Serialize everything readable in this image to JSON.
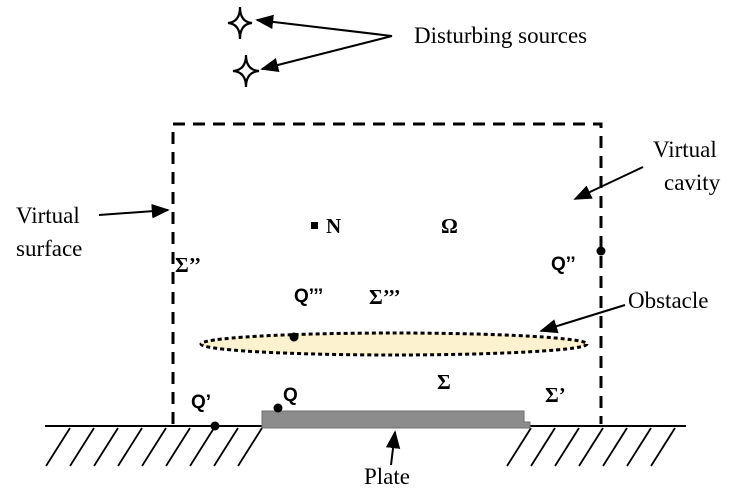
{
  "labels": {
    "disturbing_sources": "Disturbing sources",
    "virtual_cavity_line1": "Virtual",
    "virtual_cavity_line2": "cavity",
    "virtual_surface_line1": "Virtual",
    "virtual_surface_line2": "surface",
    "obstacle": "Obstacle",
    "plate": "Plate"
  },
  "symbols": {
    "N": "N",
    "Omega": "Ω",
    "Sigma_dd": "Σ’’",
    "Sigma_ddd": "Σ’’’",
    "Sigma": "Σ",
    "Sigma_d": "Σ’",
    "Q_dd": "Q’’",
    "Q_ddd": "Q’’’",
    "Q_d": "Q’",
    "Q": "Q"
  },
  "colors": {
    "ink": "#000000",
    "obstacle_fill": "#fdf2cf",
    "plate_fill": "#8c8c8c"
  }
}
